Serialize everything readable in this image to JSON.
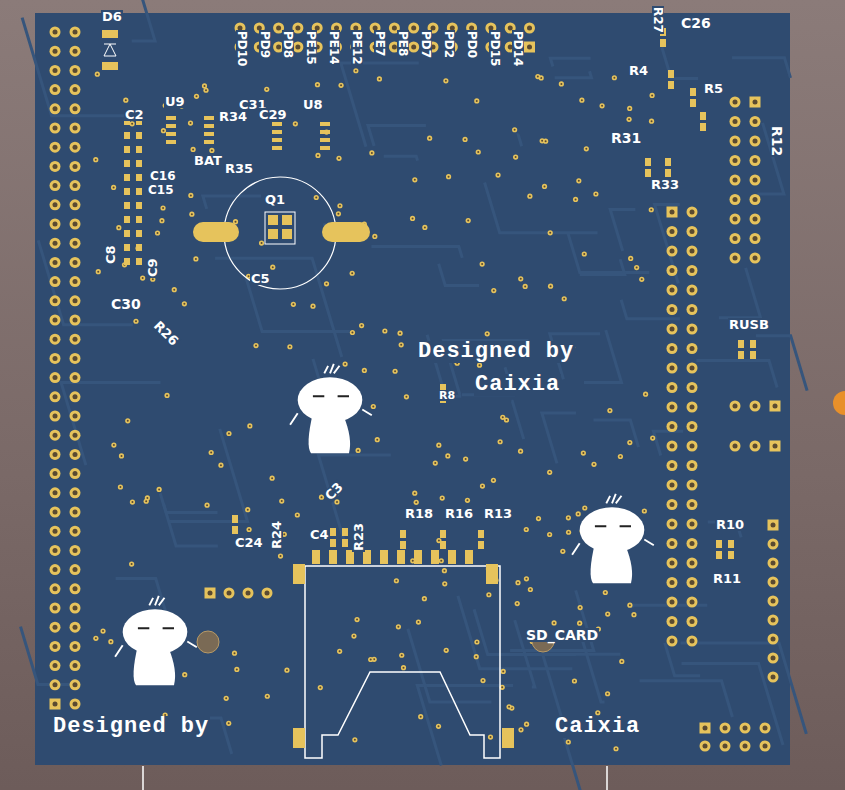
{
  "diagram": {
    "labels": [
      "D6",
      "PD10",
      "PD9",
      "PD8",
      "PE15",
      "PE14",
      "PE12",
      "PE7",
      "PE8",
      "PD7",
      "PD2",
      "PD0",
      "PD15",
      "PD14",
      "R27",
      "C26",
      "R4",
      "R5",
      "R31",
      "R12",
      "R33",
      "U9",
      "C2",
      "R34",
      "C31",
      "C29",
      "U8",
      "BAT",
      "R35",
      "Q1",
      "C16",
      "C15",
      "C8",
      "C9",
      "C5",
      "C30",
      "R26",
      "RUSB",
      "Designed by",
      "Caixia",
      "R8",
      "C3",
      "R18",
      "R16",
      "R13",
      "R24",
      "C24",
      "C4",
      "R23",
      "R10",
      "R11",
      "SD_CARD",
      "Designed by",
      "Caixia"
    ]
  }
}
